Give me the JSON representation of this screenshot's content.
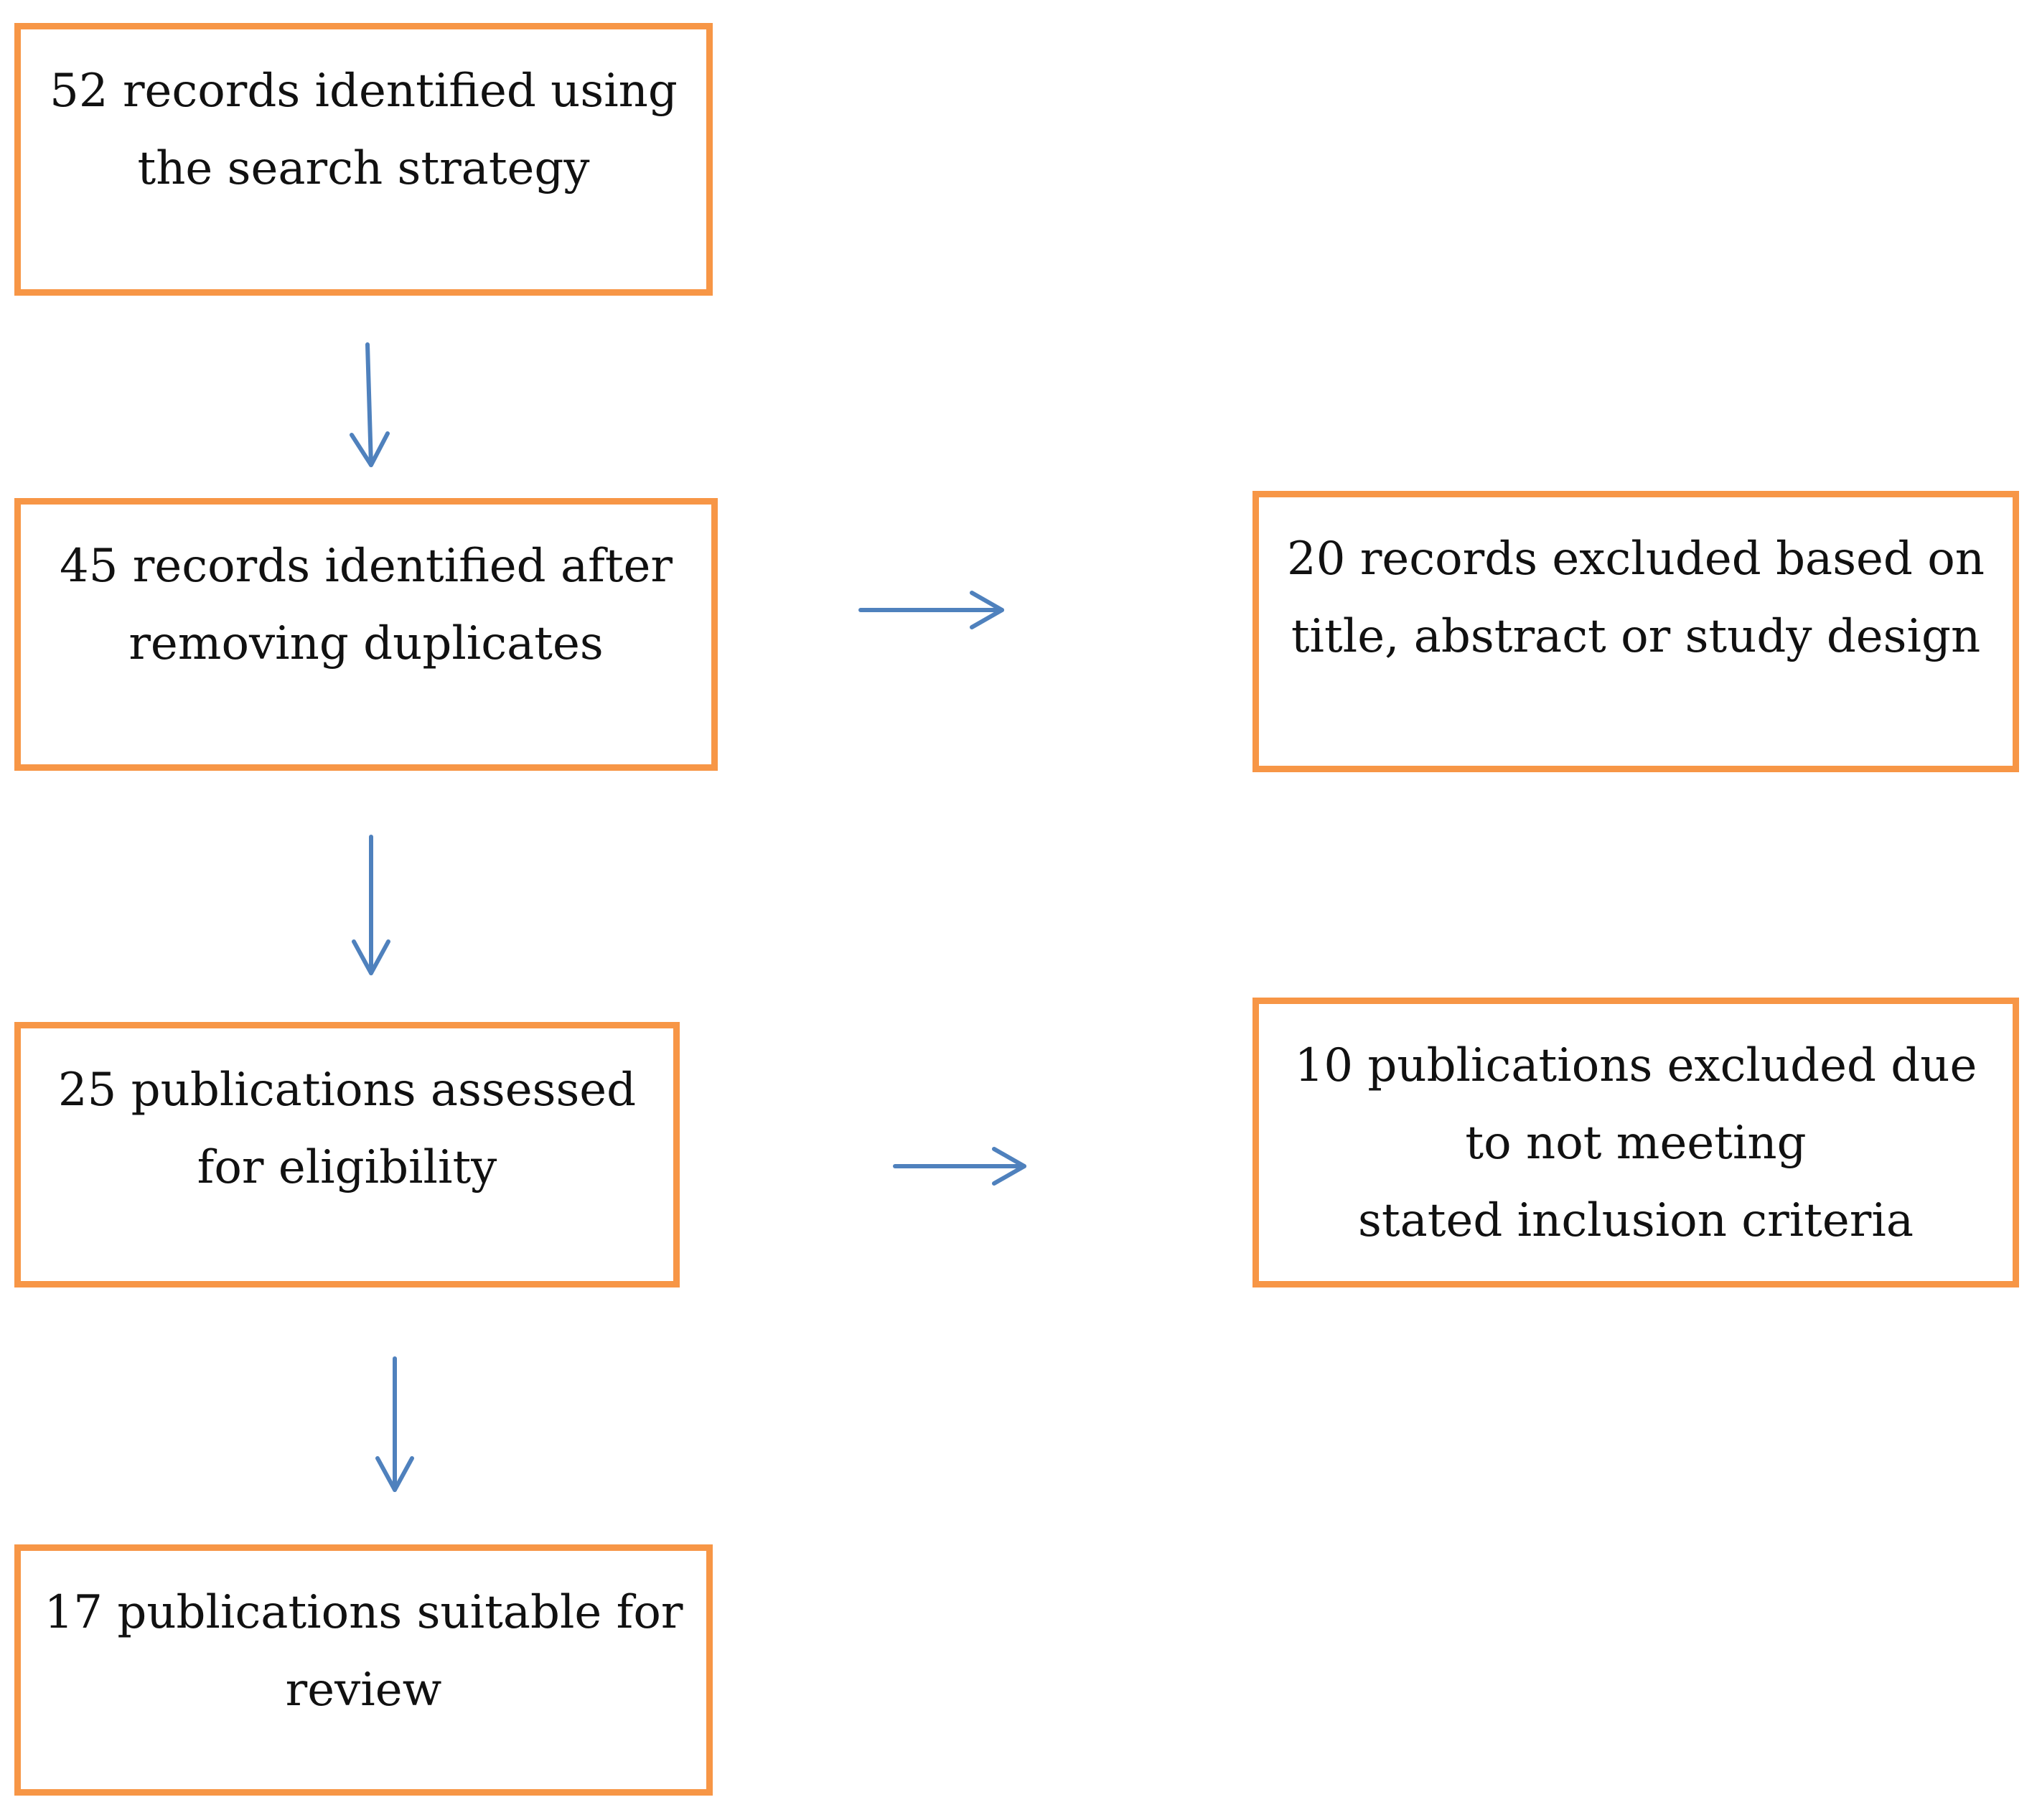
{
  "boxes": {
    "search": {
      "line1": "52 records identified using",
      "line2": "the search strategy"
    },
    "deduplicated": {
      "line1": "45 records identified after",
      "line2": "removing duplicates"
    },
    "assessed": {
      "line1": "25 publications assessed",
      "line2": "for eligibility"
    },
    "included": {
      "line1": "17 publications suitable for",
      "line2": "review"
    },
    "excluded_screening": {
      "line1": "20 records excluded based on",
      "line2": "title, abstract or study design"
    },
    "excluded_eligibility": {
      "line1": "10 publications excluded due",
      "line2": "to not meeting",
      "line3": "stated inclusion criteria"
    }
  },
  "colors": {
    "box_border": "#F79646",
    "arrow": "#4F81BD",
    "text": "#111111",
    "background": "#ffffff"
  }
}
